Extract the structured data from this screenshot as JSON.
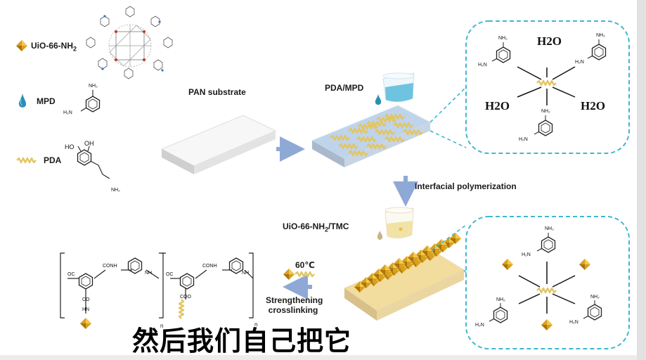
{
  "legend": {
    "uio": {
      "name": "UiO-66-NH",
      "sub": "2"
    },
    "mpd": "MPD",
    "pda": "PDA"
  },
  "labels": {
    "pan_substrate": "PAN substrate",
    "pda_mpd": "PDA/MPD",
    "interfacial": "Interfacial polymerization",
    "uio_tmc": {
      "pre": "UiO-66-NH",
      "sub": "2",
      "post": "/TMC"
    },
    "temperature": "60℃",
    "strengthening_1": "Strengthening",
    "strengthening_2": "crosslinking"
  },
  "chem": {
    "h2o": "H2O",
    "nh2": "NH₂",
    "h2n": "H₂N",
    "ho": "HO",
    "oh": "OH",
    "oc": "OC",
    "conh": "CONH",
    "nh": "NH",
    "co": "CO",
    "hn": "HN",
    "coo": "COO",
    "n_sub": "n",
    "n_sub_right": "n"
  },
  "caption": "然后我们自己把它",
  "colors": {
    "dashed_box": "#3fb7d1",
    "arrow": "#8fa9d6",
    "gold": "#d9a01c",
    "pda_chain": "#e3c561",
    "substrate": "#f4f4f4",
    "blue_film": "#b9cfe6",
    "yellow_film": "#f0d99a"
  }
}
